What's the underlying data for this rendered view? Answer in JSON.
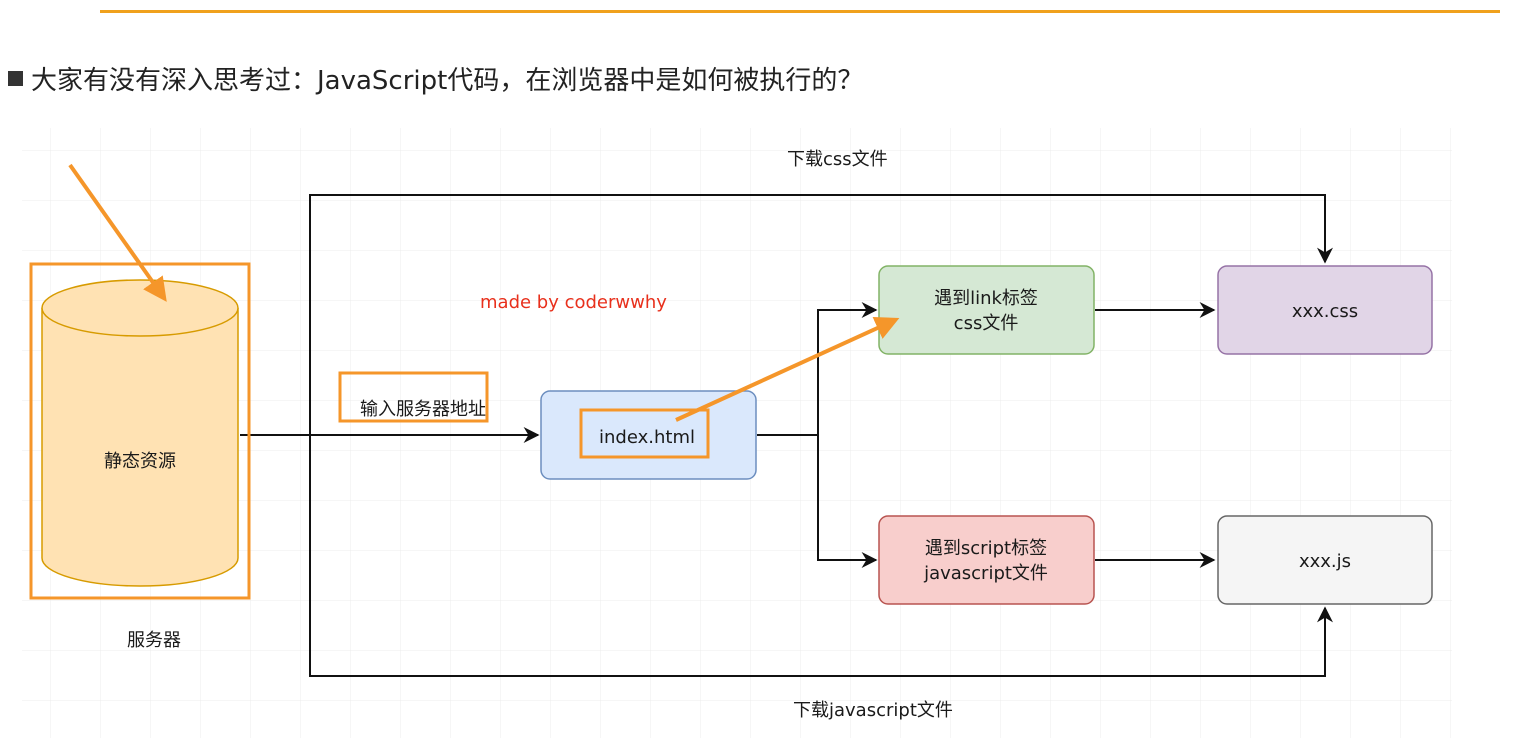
{
  "heading": "大家有没有深入思考过：JavaScript代码，在浏览器中是如何被执行的？",
  "diagram": {
    "watermark": "made by coderwwhy",
    "server_db_label": "静态资源",
    "server_caption": "服务器",
    "input_address_label": "输入服务器地址",
    "index_node": "index.html",
    "link_node": {
      "line1": "遇到link标签",
      "line2": "css文件"
    },
    "script_node": {
      "line1": "遇到script标签",
      "line2": "javascript文件"
    },
    "css_node": "xxx.css",
    "js_node": "xxx.js",
    "download_css": "下载css文件",
    "download_js": "下载javascript文件"
  },
  "colors": {
    "accent_orange": "#f5962a",
    "cylinder_fill": "#ffe2b3",
    "index_fill": "#dae8fc",
    "link_fill": "#d5e8d4",
    "script_fill": "#f8cecc",
    "css_fill": "#e1d5e7",
    "js_fill": "#f5f5f5"
  }
}
